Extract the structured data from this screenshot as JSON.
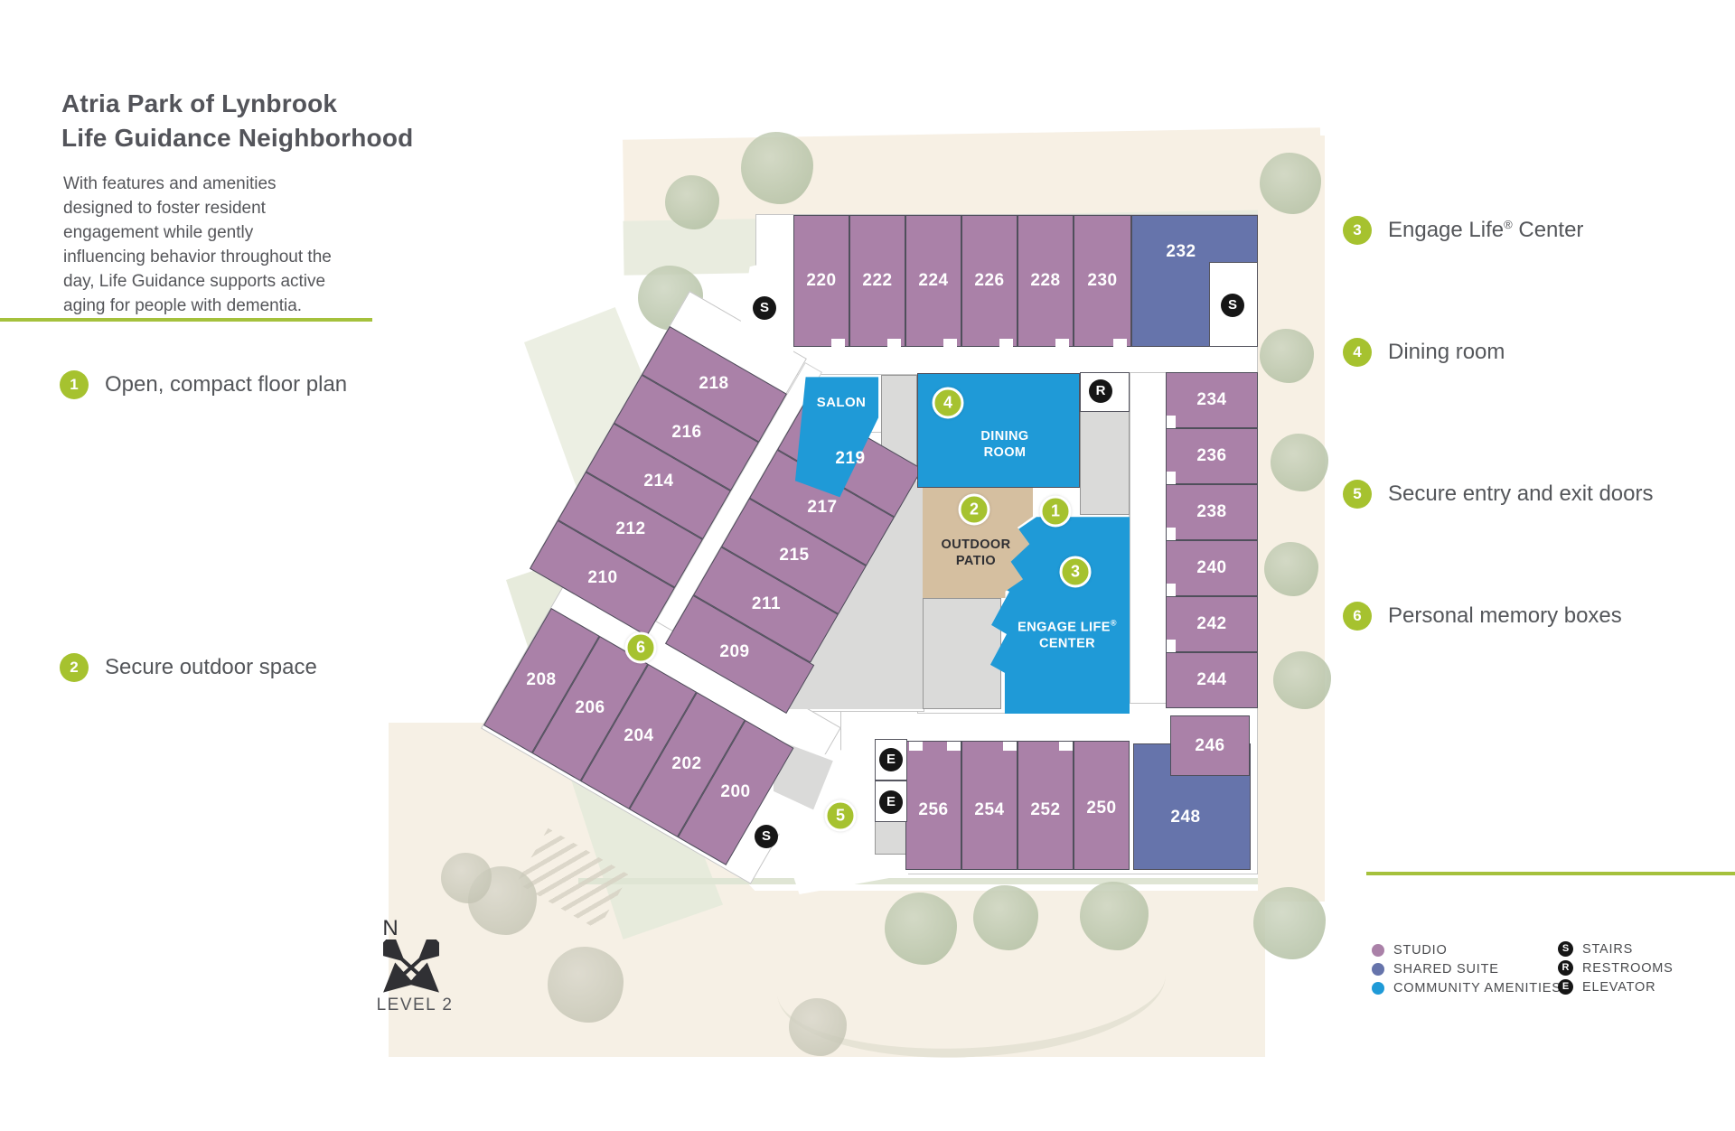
{
  "header": {
    "title_line1": "Atria Park of Lynbrook",
    "title_line2": "Life Guidance Neighborhood",
    "description": "With features and amenities designed to foster resident engagement while gently influencing behavior throughout the day, Life Guidance supports active aging for people with dementia."
  },
  "features_left": [
    {
      "num": "1",
      "label": "Open, compact floor plan"
    },
    {
      "num": "2",
      "label": "Secure outdoor space"
    }
  ],
  "features_right": [
    {
      "num": "3",
      "pre": "Engage Life",
      "sup": "®",
      "post": " Center"
    },
    {
      "num": "4",
      "label": "Dining room"
    },
    {
      "num": "5",
      "label": "Secure entry and exit doors"
    },
    {
      "num": "6",
      "label": "Personal memory boxes"
    }
  ],
  "legend": {
    "types": [
      {
        "label": "STUDIO",
        "color": "#aa81a8"
      },
      {
        "label": "SHARED SUITE",
        "color": "#6674ab"
      },
      {
        "label": "COMMUNITY AMENITIES",
        "color": "#1f9ad7"
      }
    ],
    "symbols": [
      {
        "letter": "S",
        "label": "STAIRS"
      },
      {
        "letter": "R",
        "label": "RESTROOMS"
      },
      {
        "letter": "E",
        "label": "ELEVATOR"
      }
    ]
  },
  "compass": {
    "north": "N",
    "level": "LEVEL 2"
  },
  "plan": {
    "rooms": {
      "top": [
        "220",
        "222",
        "224",
        "226",
        "228",
        "230"
      ],
      "suite_top": "232",
      "right": [
        "234",
        "236",
        "238",
        "240",
        "242",
        "244",
        "246"
      ],
      "suite_bottom": "248",
      "bottom": [
        "256",
        "254",
        "252",
        "250"
      ],
      "left_wing": [
        "218",
        "216",
        "214",
        "212",
        "210"
      ],
      "mid_wing": [
        "219",
        "217",
        "215",
        "211",
        "209"
      ],
      "lower_wing": [
        "208",
        "206",
        "204",
        "202",
        "200"
      ]
    },
    "areas": {
      "salon": "SALON",
      "dining_line1": "DINING",
      "dining_line2": "ROOM",
      "patio_line1": "OUTDOOR",
      "patio_line2": "PATIO",
      "elc_line1": "ENGAGE LIFE",
      "elc_sup": "®",
      "elc_line2": "CENTER"
    },
    "markers": {
      "m1": "1",
      "m2": "2",
      "m3": "3",
      "m4": "4",
      "m5": "5",
      "m6": "6"
    },
    "icons": {
      "stairs": "S",
      "restrooms": "R",
      "elevator": "E"
    }
  }
}
